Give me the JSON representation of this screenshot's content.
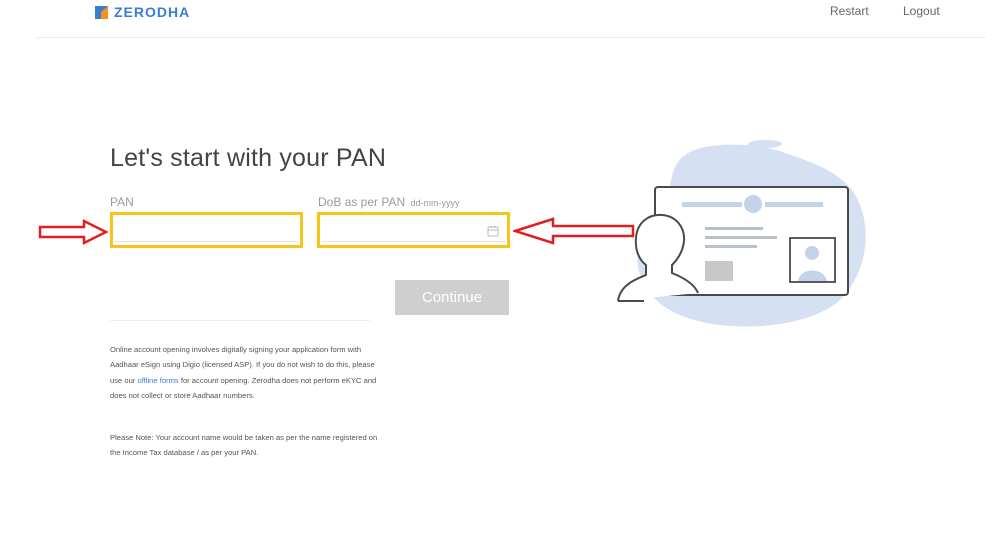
{
  "header": {
    "brand": "ZERODHA",
    "nav": {
      "restart": "Restart",
      "logout": "Logout"
    }
  },
  "main": {
    "title": "Let's start with your PAN",
    "pan": {
      "label": "PAN",
      "value": "",
      "placeholder": ""
    },
    "dob": {
      "label": "DoB as per PAN",
      "hint": "dd-mm-yyyy",
      "value": "",
      "placeholder": ""
    },
    "continue_label": "Continue",
    "info": {
      "part1": "Online account opening involves digitally signing your application form with Aadhaar eSign using Digio (licensed ASP). If you do not wish to do this, please use our",
      "link": "offline forms",
      "part2": "for account opening. Zerodha does not perform eKYC and does not collect or store Aadhaar numbers."
    },
    "note": "Please Note: Your account name would be taken as per the name registered on the Income Tax database / as per your PAN."
  },
  "colors": {
    "brand": "#387ed1",
    "highlight": "#f5c518",
    "annotation_arrow": "#e02020",
    "button_disabled": "#cfcfcf",
    "illustration_blob": "#d6e0f3"
  },
  "icons": {
    "logo": "zerodha-logo-icon",
    "calendar": "calendar-icon",
    "illustration": "id-card-illustration"
  }
}
